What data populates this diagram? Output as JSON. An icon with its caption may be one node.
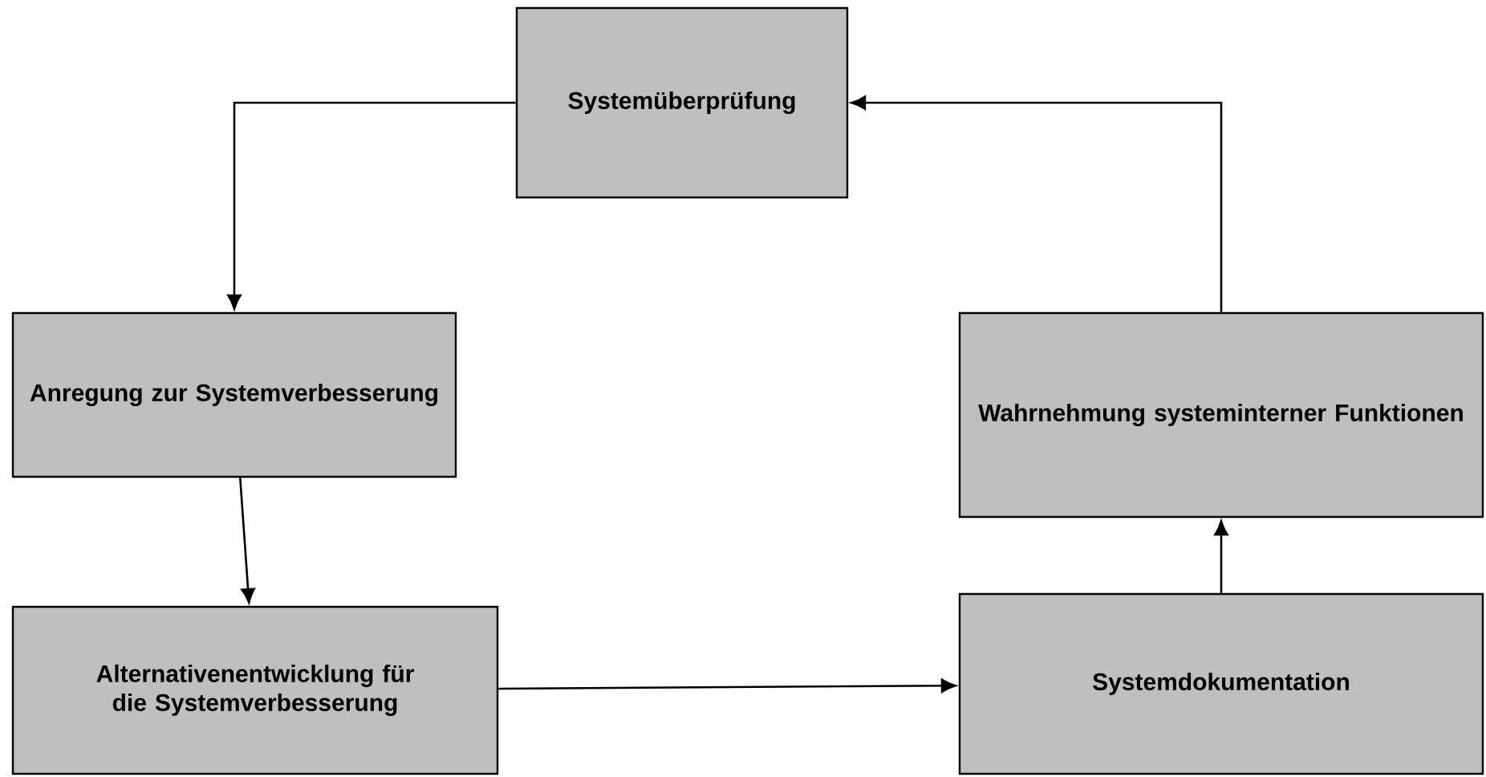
{
  "diagram": {
    "nodes": [
      {
        "text": [
          "Systemüberprüfung"
        ]
      },
      {
        "text": [
          "Anregung zur Systemverbesserung"
        ]
      },
      {
        "text": [
          "Alternativenentwicklung für die Systemverbesserung"
        ]
      },
      {
        "text": [
          "Systemdokumentation"
        ]
      },
      {
        "text": [
          "Wahrnehmung systeminterner Funktionen"
        ]
      }
    ],
    "edges": [
      {
        "from": 0,
        "to": 1,
        "arrow": "to"
      },
      {
        "from": 1,
        "to": 2,
        "arrow": "to"
      },
      {
        "from": 2,
        "to": 3,
        "arrow": "to"
      },
      {
        "from": 3,
        "to": 4,
        "arrow": "to"
      },
      {
        "from": 4,
        "to": 0,
        "arrow": "to"
      }
    ]
  }
}
